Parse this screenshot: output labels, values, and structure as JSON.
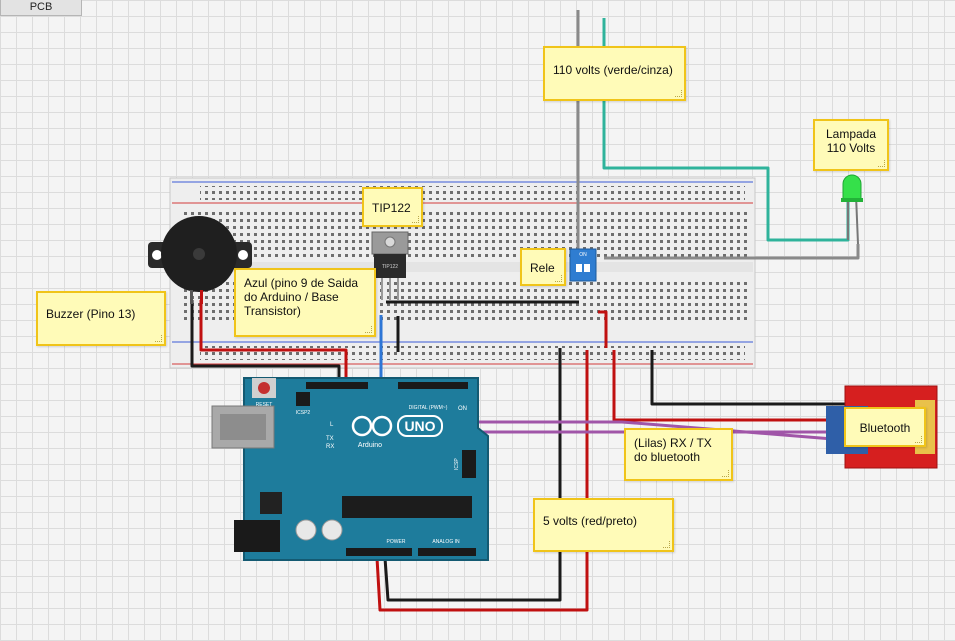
{
  "tab": {
    "label": "PCB"
  },
  "notes": {
    "volts110": "110 volts (verde/cinza)",
    "lampada": "Lampada\n110 Volts",
    "tip122": "TIP122",
    "rele": "Rele",
    "azul": "Azul (pino 9 de Saida do Arduino / Base Transistor)",
    "buzzer": "Buzzer (Pino 13)",
    "bluetooth": "Bluetooth",
    "lilas": "(Lilas) RX / TX do bluetooth",
    "volts5": "5 volts (red/preto)"
  },
  "arduino": {
    "logo": "UNO",
    "brand": "Arduino",
    "reset": "RESET",
    "icsp2": "ICSP2",
    "digital": "DIGITAL (PWM~)",
    "on": "ON",
    "tx": "TX",
    "rx": "RX",
    "l": "L",
    "power": "POWER",
    "analog": "ANALOG IN",
    "icsp": "ICSP"
  },
  "transistor": {
    "marking": "TIP122"
  },
  "relay": {
    "marking": "ON"
  },
  "colors": {
    "red": "#c01010",
    "black": "#1a1a1a",
    "teal": "#2fb39b",
    "gray": "#8a8a8a",
    "blue": "#2e76d6",
    "lilac": "#a055a8",
    "board": "#1e7c9c",
    "note_bg": "#fffbb8",
    "note_border": "#f0c419"
  }
}
